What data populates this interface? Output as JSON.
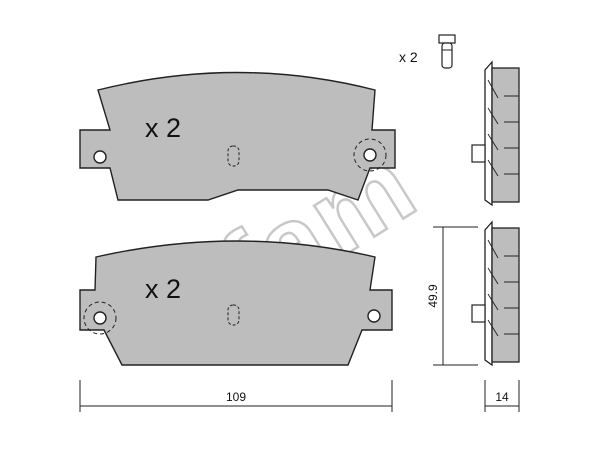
{
  "pads": {
    "top": {
      "quantity": "x 2"
    },
    "bottom": {
      "quantity": "x 2"
    }
  },
  "pin": {
    "quantity": "x 2"
  },
  "dimensions": {
    "width": "109",
    "height": "49.9",
    "thickness": "14"
  },
  "watermark": {
    "text": "cifam"
  },
  "colors": {
    "pad_fill": "#bdbdbd",
    "stroke": "#222222",
    "background": "#ffffff"
  }
}
